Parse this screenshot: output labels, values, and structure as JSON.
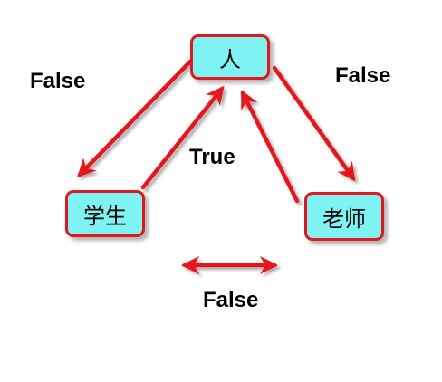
{
  "nodes": {
    "person": "人",
    "student": "学生",
    "teacher": "老师"
  },
  "labels": {
    "person_to_student": "False",
    "person_to_teacher": "False",
    "student_to_person": "True",
    "student_teacher": "False"
  },
  "colors": {
    "node_fill": "#7ff2f4",
    "node_border": "#e0191e",
    "arrow": "#e8141c"
  }
}
